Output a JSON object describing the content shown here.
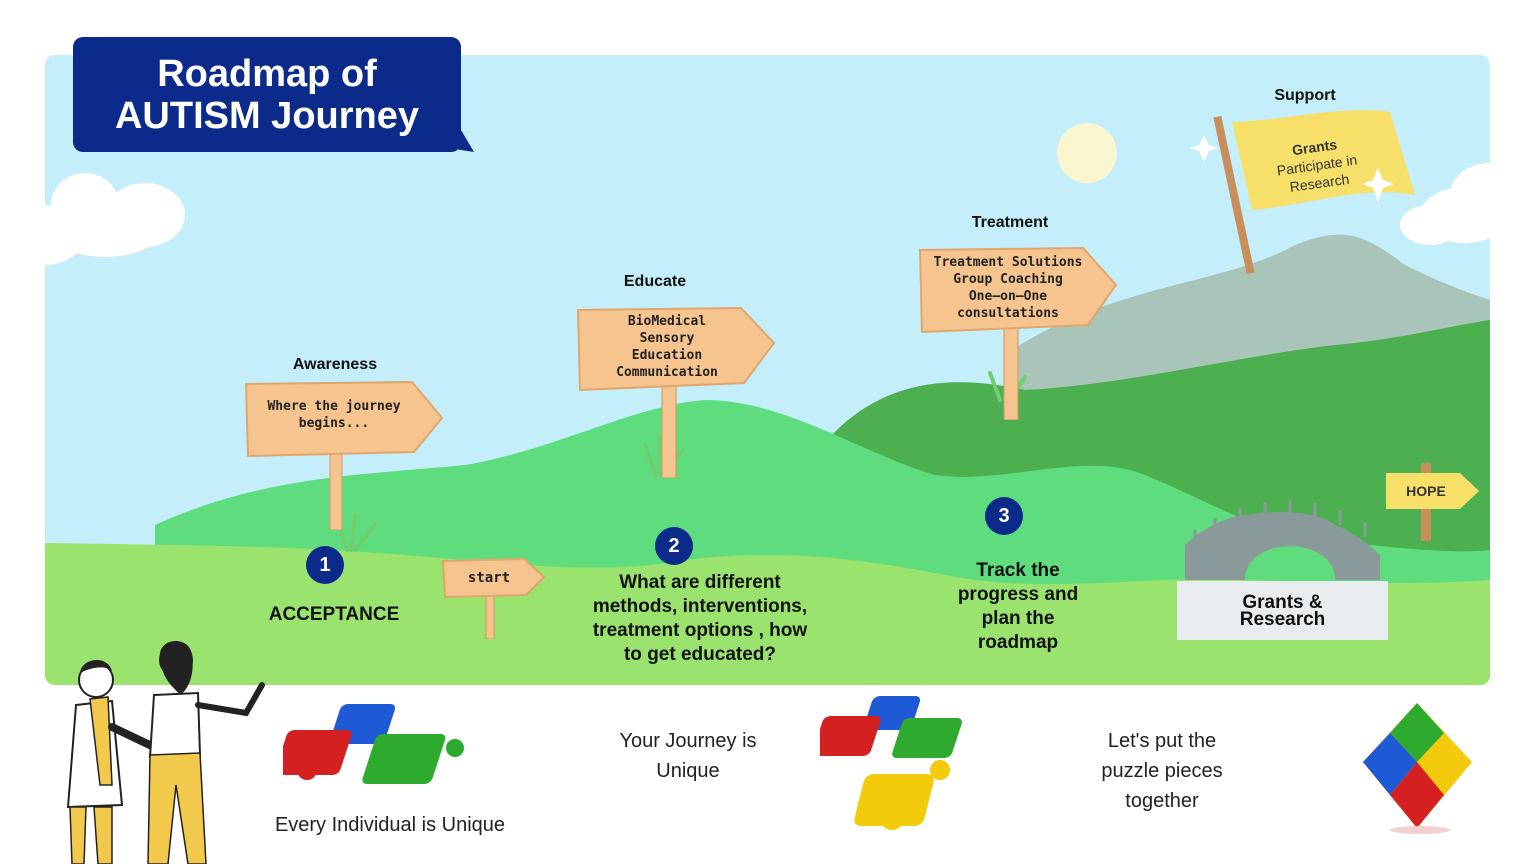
{
  "title": {
    "line1": "Roadmap of",
    "line2": "AUTISM Journey"
  },
  "stages": [
    {
      "label": "Awareness",
      "sign_lines": [
        "Where the journey",
        "begins..."
      ],
      "number": "1",
      "caption": "ACCEPTANCE"
    },
    {
      "label": "Educate",
      "sign_lines": [
        "BioMedical",
        "Sensory",
        "Education",
        "Communication"
      ],
      "number": "2",
      "caption_lines": [
        "What are different",
        "methods, interventions,",
        "treatment options , how",
        "to get educated?"
      ]
    },
    {
      "label": "Treatment",
      "sign_lines": [
        "Treatment Solutions",
        "Group Coaching",
        "One–on–One",
        "consultations"
      ],
      "number": "3",
      "caption_lines": [
        "Track the",
        "progress and",
        "plan the",
        "roadmap"
      ]
    },
    {
      "label": "Support",
      "flag_lines": [
        "Grants",
        "Participate in",
        "Research"
      ]
    }
  ],
  "start_sign": "start",
  "hope_sign": "HOPE",
  "grants_box": [
    "Grants &",
    "Research"
  ],
  "bottom": {
    "individual": "Every Individual is Unique",
    "journey": [
      "Your Journey is",
      "Unique"
    ],
    "puzzle": [
      "Let's put the",
      "puzzle pieces",
      "together"
    ]
  },
  "icons": [
    "puzzle-pieces-icon",
    "puzzle-cube-icon",
    "people-illustration-icon",
    "sun-icon",
    "cloud-icon",
    "bridge-icon",
    "flag-icon",
    "sparkle-icon"
  ],
  "colors": {
    "title_bg": "#0b2a8a",
    "sky": "#c3eefa",
    "hill_light": "#9be36f",
    "hill_mid": "#5fdc7e",
    "hill_dark": "#4caf50",
    "mountain": "#a9c4b8",
    "sign_wood": "#f5c48f",
    "flag": "#f7e06a",
    "number_bg": "#0b2a8a"
  }
}
